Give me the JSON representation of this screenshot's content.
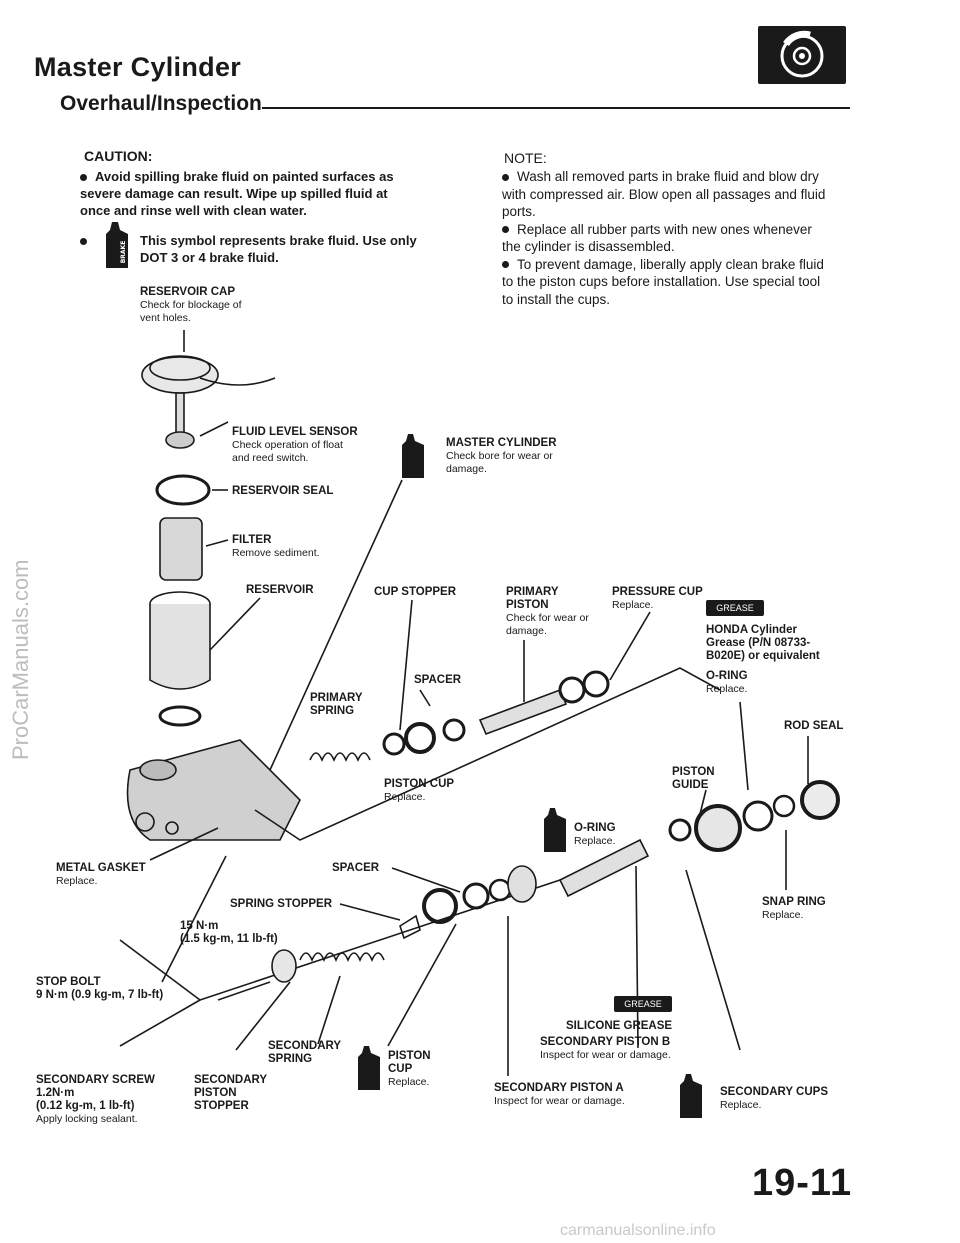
{
  "header": {
    "title": "Master Cylinder",
    "subtitle": "Overhaul/Inspection",
    "section_icon": "disc-brake-icon"
  },
  "caution": {
    "title": "CAUTION:",
    "item1": "Avoid spilling brake fluid on painted surfaces as severe damage can result. Wipe up spilled fluid at once and rinse well with clean water.",
    "item2": "This symbol represents brake fluid. Use only DOT 3 or 4 brake fluid."
  },
  "note": {
    "title": "NOTE:",
    "items": [
      "Wash all removed parts in brake fluid and blow dry with compressed air. Blow open all passages and fluid ports.",
      "Replace all rubber parts with new ones whenever the cylinder is disassembled.",
      "To prevent damage, liberally apply clean brake fluid to the piston cups before installation. Use special tool to install the cups."
    ]
  },
  "icons": {
    "brake_fluid_label": "BRAKE FLUID",
    "grease_label": "GREASE"
  },
  "labels": {
    "reservoir_cap": "RESERVOIR CAP",
    "reservoir_cap_note": "Check for blockage of vent holes.",
    "fluid_level_sensor": "FLUID LEVEL SENSOR",
    "fluid_level_sensor_note": "Check operation of float and reed switch.",
    "reservoir_seal": "RESERVOIR SEAL",
    "filter": "FILTER",
    "filter_note": "Remove sediment.",
    "reservoir": "RESERVOIR",
    "master_cylinder": "MASTER CYLINDER",
    "master_cylinder_note": "Check bore for wear or damage.",
    "cup_stopper": "CUP STOPPER",
    "primary_piston": "PRIMARY PISTON",
    "primary_piston_note": "Check for wear or damage.",
    "pressure_cup": "PRESSURE CUP",
    "pressure_cup_note": "Replace.",
    "honda_grease": "HONDA Cylinder Grease (P/N 08733-B020E) or equivalent",
    "o_ring_top": "O-RING",
    "o_ring_top_note": "Replace.",
    "rod_seal": "ROD SEAL",
    "spacer_top": "SPACER",
    "primary_spring": "PRIMARY SPRING",
    "piston_cup": "PISTON CUP",
    "piston_cup_note": "Replace.",
    "piston_guide": "PISTON GUIDE",
    "o_ring_mid": "O-RING",
    "o_ring_mid_note": "Replace.",
    "metal_gasket": "METAL GASKET",
    "metal_gasket_note": "Replace.",
    "spacer_mid": "SPACER",
    "snap_ring": "SNAP RING",
    "snap_ring_note": "Replace.",
    "spring_stopper": "SPRING STOPPER",
    "torque_15": "15 N·m",
    "torque_15_alt": "(1.5 kg-m, 11 lb-ft)",
    "stop_bolt": "STOP BOLT",
    "stop_bolt_torque": "9 N·m (0.9 kg-m, 7 lb-ft)",
    "silicone_grease": "SILICONE GREASE",
    "secondary_piston_b": "SECONDARY PISTON B",
    "secondary_piston_b_note": "Inspect for wear or damage.",
    "secondary_spring": "SECONDARY SPRING",
    "piston_cup_low": "PISTON CUP",
    "piston_cup_low_note": "Replace.",
    "secondary_screw": "SECONDARY SCREW",
    "secondary_screw_torque": "1.2N·m",
    "secondary_screw_torque_alt": "(0.12 kg-m, 1 lb-ft)",
    "secondary_screw_note": "Apply locking sealant.",
    "secondary_piston_stopper": "SECONDARY PISTON STOPPER",
    "secondary_piston_a": "SECONDARY PISTON A",
    "secondary_piston_a_note": "Inspect for wear or damage.",
    "secondary_cups": "SECONDARY CUPS",
    "secondary_cups_note": "Replace."
  },
  "page_number": "19-11",
  "watermark": "ProCarManuals.com",
  "footer": "carmanualsonline.info"
}
